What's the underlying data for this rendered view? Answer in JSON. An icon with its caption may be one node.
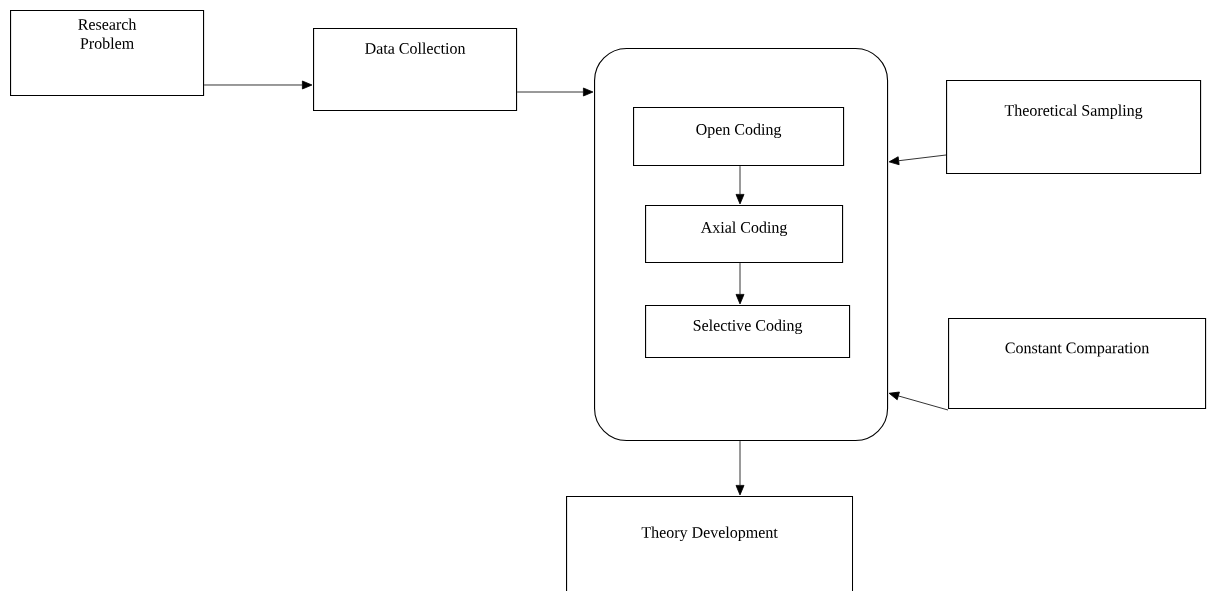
{
  "diagram": {
    "nodes": [
      {
        "text": [
          "Research Problem"
        ]
      },
      {
        "text": [
          "Data Collection"
        ]
      },
      {
        "text": [],
        "shape": "box"
      },
      {
        "text": [
          "Open Coding"
        ],
        "in": 2
      },
      {
        "text": [
          "Axial Coding"
        ],
        "in": 2
      },
      {
        "text": [
          "Selective Coding"
        ],
        "in": 2
      },
      {
        "text": [
          "Theoretical Sampling"
        ]
      },
      {
        "text": [
          "Constant Comparation"
        ]
      },
      {
        "text": [
          "Theory Development"
        ]
      }
    ],
    "edges": [
      {
        "from": 0,
        "to": 1,
        "arrow": "to"
      },
      {
        "from": 1,
        "to": 2,
        "arrow": "to"
      },
      {
        "from": 3,
        "to": 4,
        "arrow": "to"
      },
      {
        "from": 4,
        "to": 5,
        "arrow": "to"
      },
      {
        "from": 6,
        "to": 2,
        "arrow": "to"
      },
      {
        "from": 7,
        "to": 2,
        "arrow": "to"
      },
      {
        "from": 2,
        "to": 8,
        "arrow": "to"
      }
    ]
  }
}
